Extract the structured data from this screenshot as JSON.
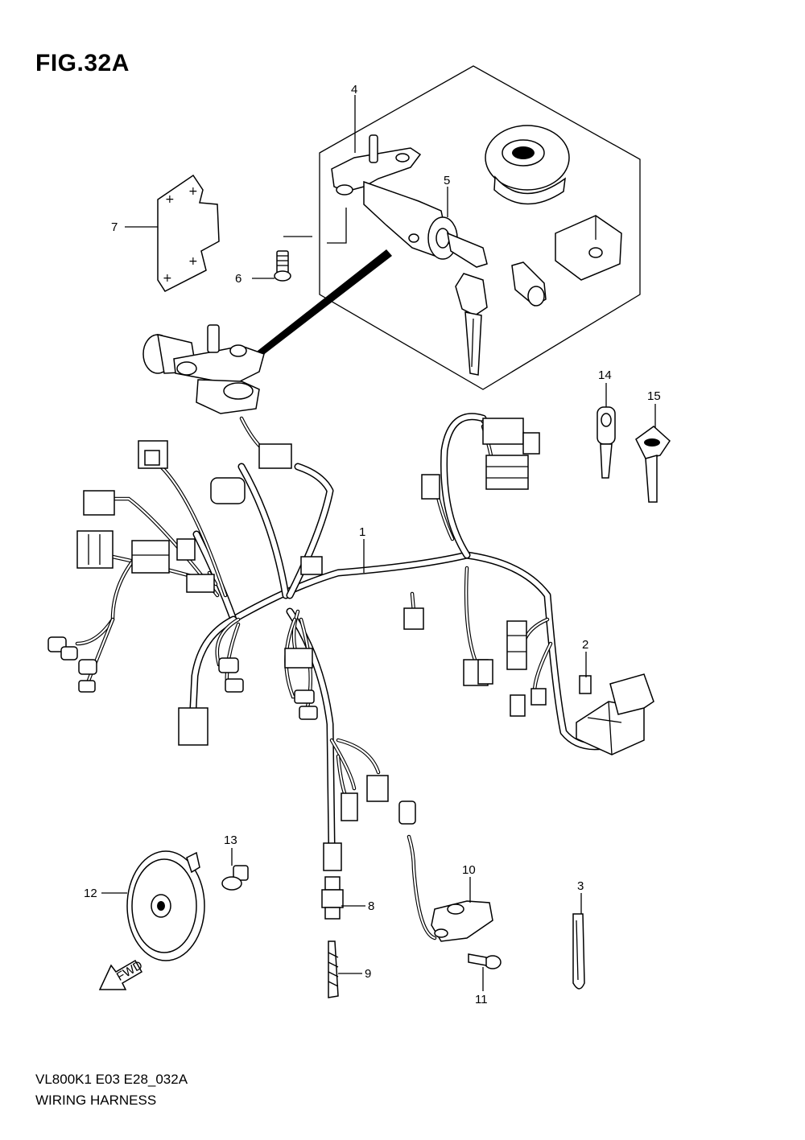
{
  "figure": {
    "title": "FIG.32A"
  },
  "footer": {
    "code": "VL800K1 E03 E28_032A",
    "name": "WIRING HARNESS"
  },
  "callouts": [
    "1",
    "2",
    "3",
    "4",
    "5",
    "6",
    "7",
    "8",
    "9",
    "10",
    "11",
    "12",
    "13",
    "14",
    "15"
  ],
  "fwd_label": "FWD"
}
